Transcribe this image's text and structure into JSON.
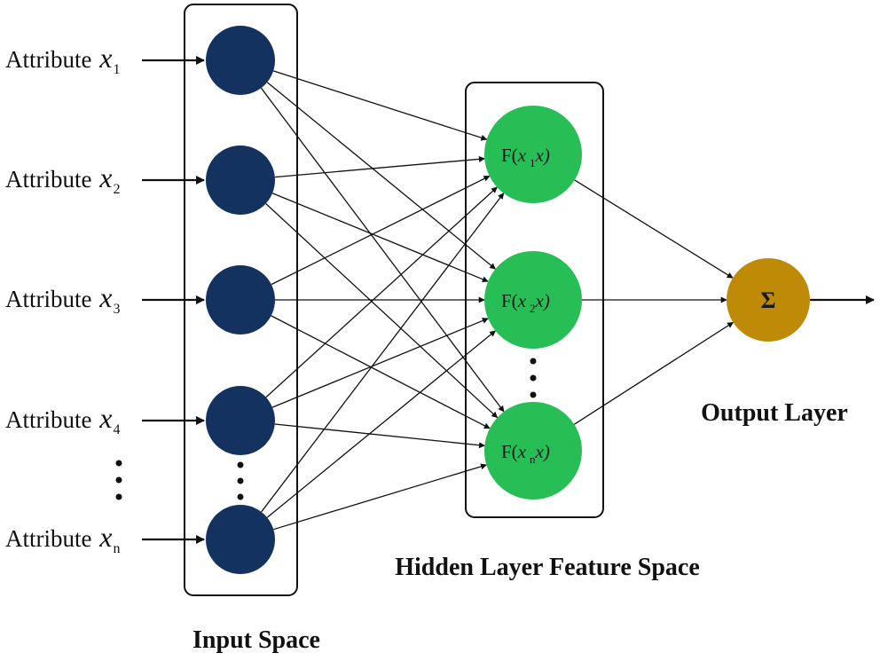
{
  "inputs": [
    {
      "label": "Attribute ",
      "var": "x",
      "sub": "1"
    },
    {
      "label": "Attribute ",
      "var": "x",
      "sub": "2"
    },
    {
      "label": "Attribute ",
      "var": "x",
      "sub": "3"
    },
    {
      "label": "Attribute ",
      "var": "x",
      "sub": "4"
    },
    {
      "label": "Attribute ",
      "var": "x",
      "sub": "n"
    }
  ],
  "hidden": [
    {
      "pre": "F(",
      "var": "x",
      "idx": "1",
      "post": "x)"
    },
    {
      "pre": "F(",
      "var": "x",
      "idx": "2",
      "post": "x)"
    },
    {
      "pre": "F(",
      "var": "x",
      "idx": "n",
      "post": "x)"
    }
  ],
  "output": {
    "symbol": "Σ"
  },
  "captions": {
    "input_space": "Input Space",
    "hidden_space": "Hidden Layer Feature Space",
    "output_layer": "Output Layer"
  },
  "colors": {
    "input_node": "#14325f",
    "hidden_node": "#27bf55",
    "output_node": "#bf8a06"
  }
}
